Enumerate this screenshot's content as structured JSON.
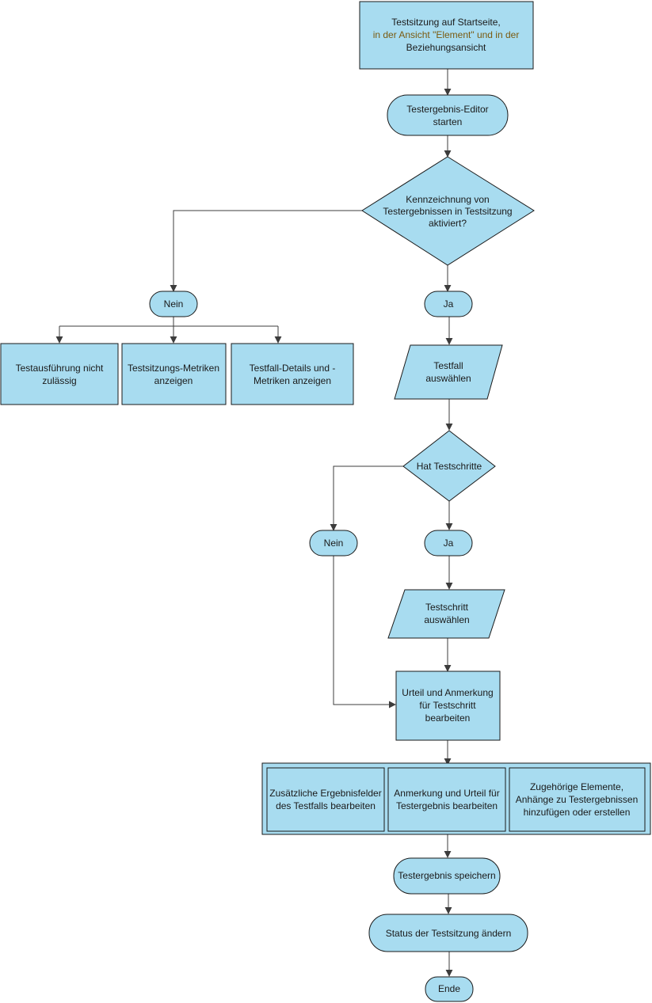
{
  "colors": {
    "shape_fill": "#a8dcf0",
    "shape_stroke": "#1a1a1a",
    "connector": "#3c3c3c",
    "accent_text": "#7a5a10"
  },
  "nodes": {
    "start": {
      "line1": "Testsitzung auf Startseite,",
      "line2": "in der Ansicht \"Element\" und in der",
      "line3": "Beziehungsansicht"
    },
    "editor": {
      "line1": "Testergebnis-Editor",
      "line2": "starten"
    },
    "decision1": {
      "line1": "Kennzeichnung von",
      "line2": "Testergebnissen in Testsitzung",
      "line3": "aktiviert?"
    },
    "nein1": {
      "label": "Nein"
    },
    "ja1": {
      "label": "Ja"
    },
    "no_exec": {
      "line1": "Testausführung nicht",
      "line2": "zulässig"
    },
    "session_metrics": {
      "line1": "Testsitzungs-Metriken",
      "line2": "anzeigen"
    },
    "case_details": {
      "line1": "Testfall-Details und -",
      "line2": "Metriken anzeigen"
    },
    "select_case": {
      "line1": "Testfall",
      "line2": "auswählen"
    },
    "decision2": {
      "label": "Hat Testschritte"
    },
    "nein2": {
      "label": "Nein"
    },
    "ja2": {
      "label": "Ja"
    },
    "select_step": {
      "line1": "Testschritt",
      "line2": "auswählen"
    },
    "edit_step": {
      "line1": "Urteil und Anmerkung",
      "line2": "für Testschritt",
      "line3": "bearbeiten"
    },
    "group": {
      "fields": {
        "line1": "Zusätzliche Ergebnisfelder",
        "line2": "des Testfalls bearbeiten"
      },
      "comment": {
        "line1": "Anmerkung und Urteil für",
        "line2": "Testergebnis bearbeiten"
      },
      "related": {
        "line1": "Zugehörige Elemente,",
        "line2": "Anhänge zu Testergebnissen",
        "line3": "hinzufügen oder erstellen"
      }
    },
    "save": {
      "label": "Testergebnis speichern"
    },
    "status": {
      "label": "Status der Testsitzung ändern"
    },
    "end": {
      "label": "Ende"
    }
  }
}
